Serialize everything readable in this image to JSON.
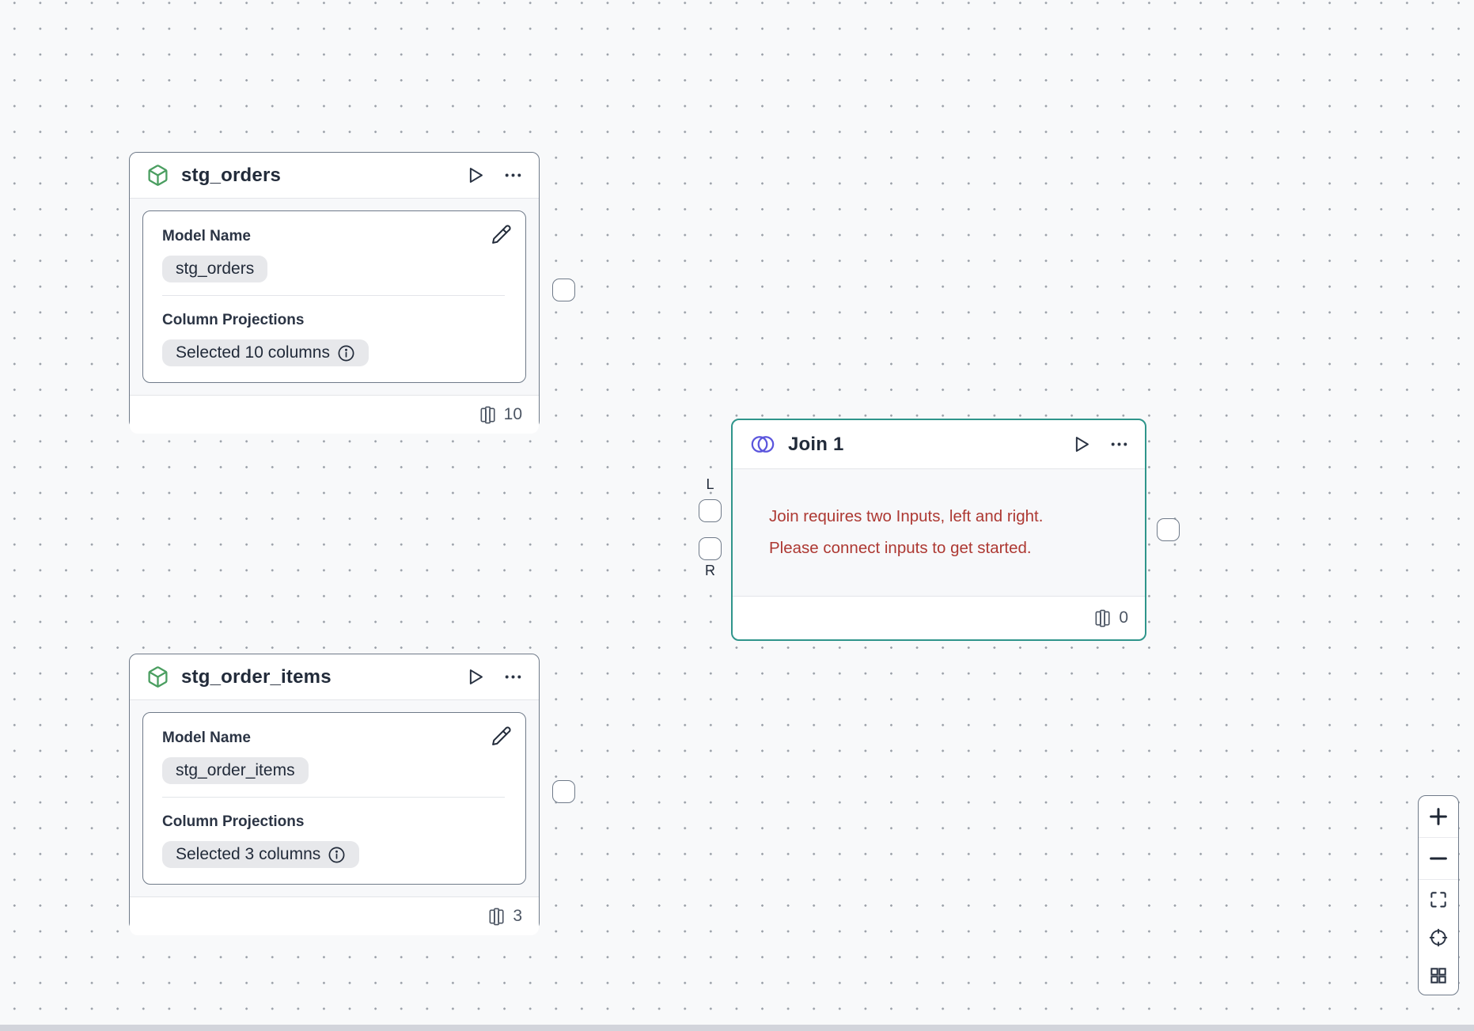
{
  "canvas": {
    "background_color": "#f8f9fa",
    "dot_color": "#9aa0a8",
    "bottom_strip_color": "#d2d4db"
  },
  "colors": {
    "node_border": "#6f7a89",
    "selected_border_teal": "#2f958b",
    "model_icon_green": "#4a9e60",
    "join_icon_indigo": "#5b55dd",
    "error_red": "#ad3832",
    "text_navy": "#222b3a",
    "chip_background": "#e7e8eb"
  },
  "nodes": {
    "stg_orders": {
      "title": "stg_orders",
      "model_name_label": "Model Name",
      "model_name_value": "stg_orders",
      "column_projections_label": "Column Projections",
      "column_projections_value": "Selected 10 columns",
      "column_count": "10"
    },
    "stg_order_items": {
      "title": "stg_order_items",
      "model_name_label": "Model Name",
      "model_name_value": "stg_order_items",
      "column_projections_label": "Column Projections",
      "column_projections_value": "Selected 3 columns",
      "column_count": "3"
    },
    "join1": {
      "title": "Join 1",
      "error_line1": "Join requires two Inputs, left and right.",
      "error_line2": "Please connect inputs to get started.",
      "column_count": "0",
      "left_port_label": "L",
      "right_port_label": "R"
    }
  },
  "icons": {
    "model": "box-cube-icon",
    "join": "venn-circles-icon",
    "run": "play-icon",
    "menu": "ellipsis-icon",
    "edit": "pencil-icon",
    "info": "info-circle-icon",
    "columns": "columns-icon",
    "zoom_in": "plus-icon",
    "zoom_out": "minus-icon",
    "fit_view": "fit-corners-icon",
    "locate": "crosshair-icon",
    "overview": "grid-icon"
  }
}
